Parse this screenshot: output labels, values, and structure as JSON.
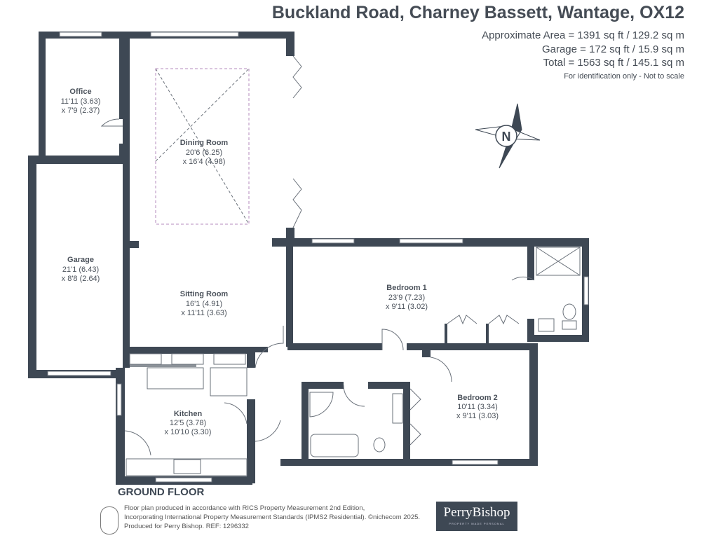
{
  "header": {
    "title": "Buckland Road, Charney Bassett, Wantage, OX12",
    "approx_area": "Approximate Area = 1391 sq ft / 129.2 sq m",
    "garage_area": "Garage = 172 sq ft / 15.9 sq m",
    "total_area": "Total = 1563 sq ft / 145.1 sq m",
    "note": "For identification only - Not to scale"
  },
  "compass": {
    "label": "N"
  },
  "rooms": [
    {
      "name": "Office",
      "dim1": "11'11 (3.63)",
      "dim2": "x 7'9 (2.37)"
    },
    {
      "name": "Dining Room",
      "dim1": "20'6 (6.25)",
      "dim2": "x 16'4 (4.98)"
    },
    {
      "name": "Garage",
      "dim1": "21'1 (6.43)",
      "dim2": "x 8'8 (2.64)"
    },
    {
      "name": "Sitting Room",
      "dim1": "16'1 (4.91)",
      "dim2": "x 11'11 (3.63)"
    },
    {
      "name": "Bedroom 1",
      "dim1": "23'9 (7.23)",
      "dim2": "x 9'11 (3.02)"
    },
    {
      "name": "Bedroom 2",
      "dim1": "10'11 (3.34)",
      "dim2": "x 9'11 (3.03)"
    },
    {
      "name": "Kitchen",
      "dim1": "12'5 (3.78)",
      "dim2": "x 10'10 (3.30)"
    }
  ],
  "floor_label": "GROUND FLOOR",
  "footer": {
    "line1": "Floor plan produced in accordance with RICS Property Measurement 2nd Edition,",
    "line2": "Incorporating International Property Measurement Standards (IPMS2 Residential).   ©nichecom 2025.",
    "line3": "Produced for Perry Bishop.    REF: 1296332"
  },
  "logo": {
    "name": "PerryBishop",
    "tagline": "PROPERTY MADE PERSONAL"
  },
  "colors": {
    "wall": "#3e4854",
    "text": "#454c55"
  }
}
